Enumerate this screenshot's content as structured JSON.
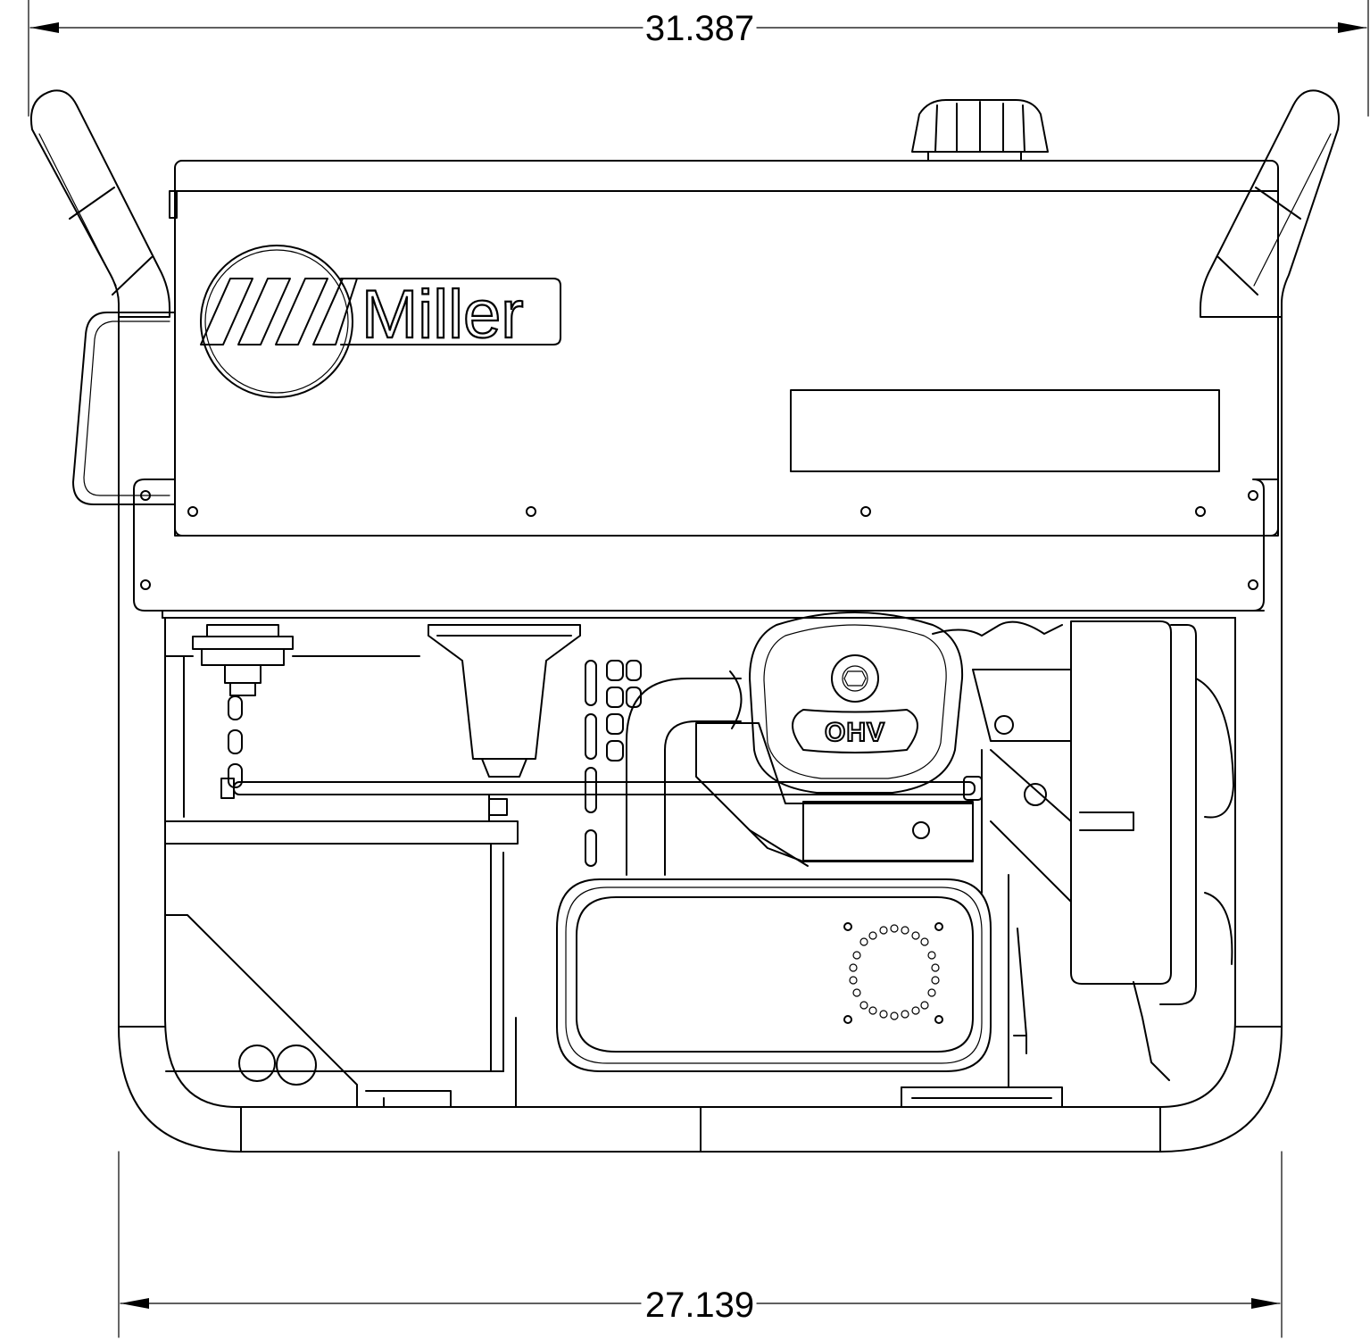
{
  "dimensions": {
    "top": "31.387",
    "bottom": "27.139"
  },
  "labels": {
    "brand": "Miller",
    "engine_badge": "OHV"
  }
}
